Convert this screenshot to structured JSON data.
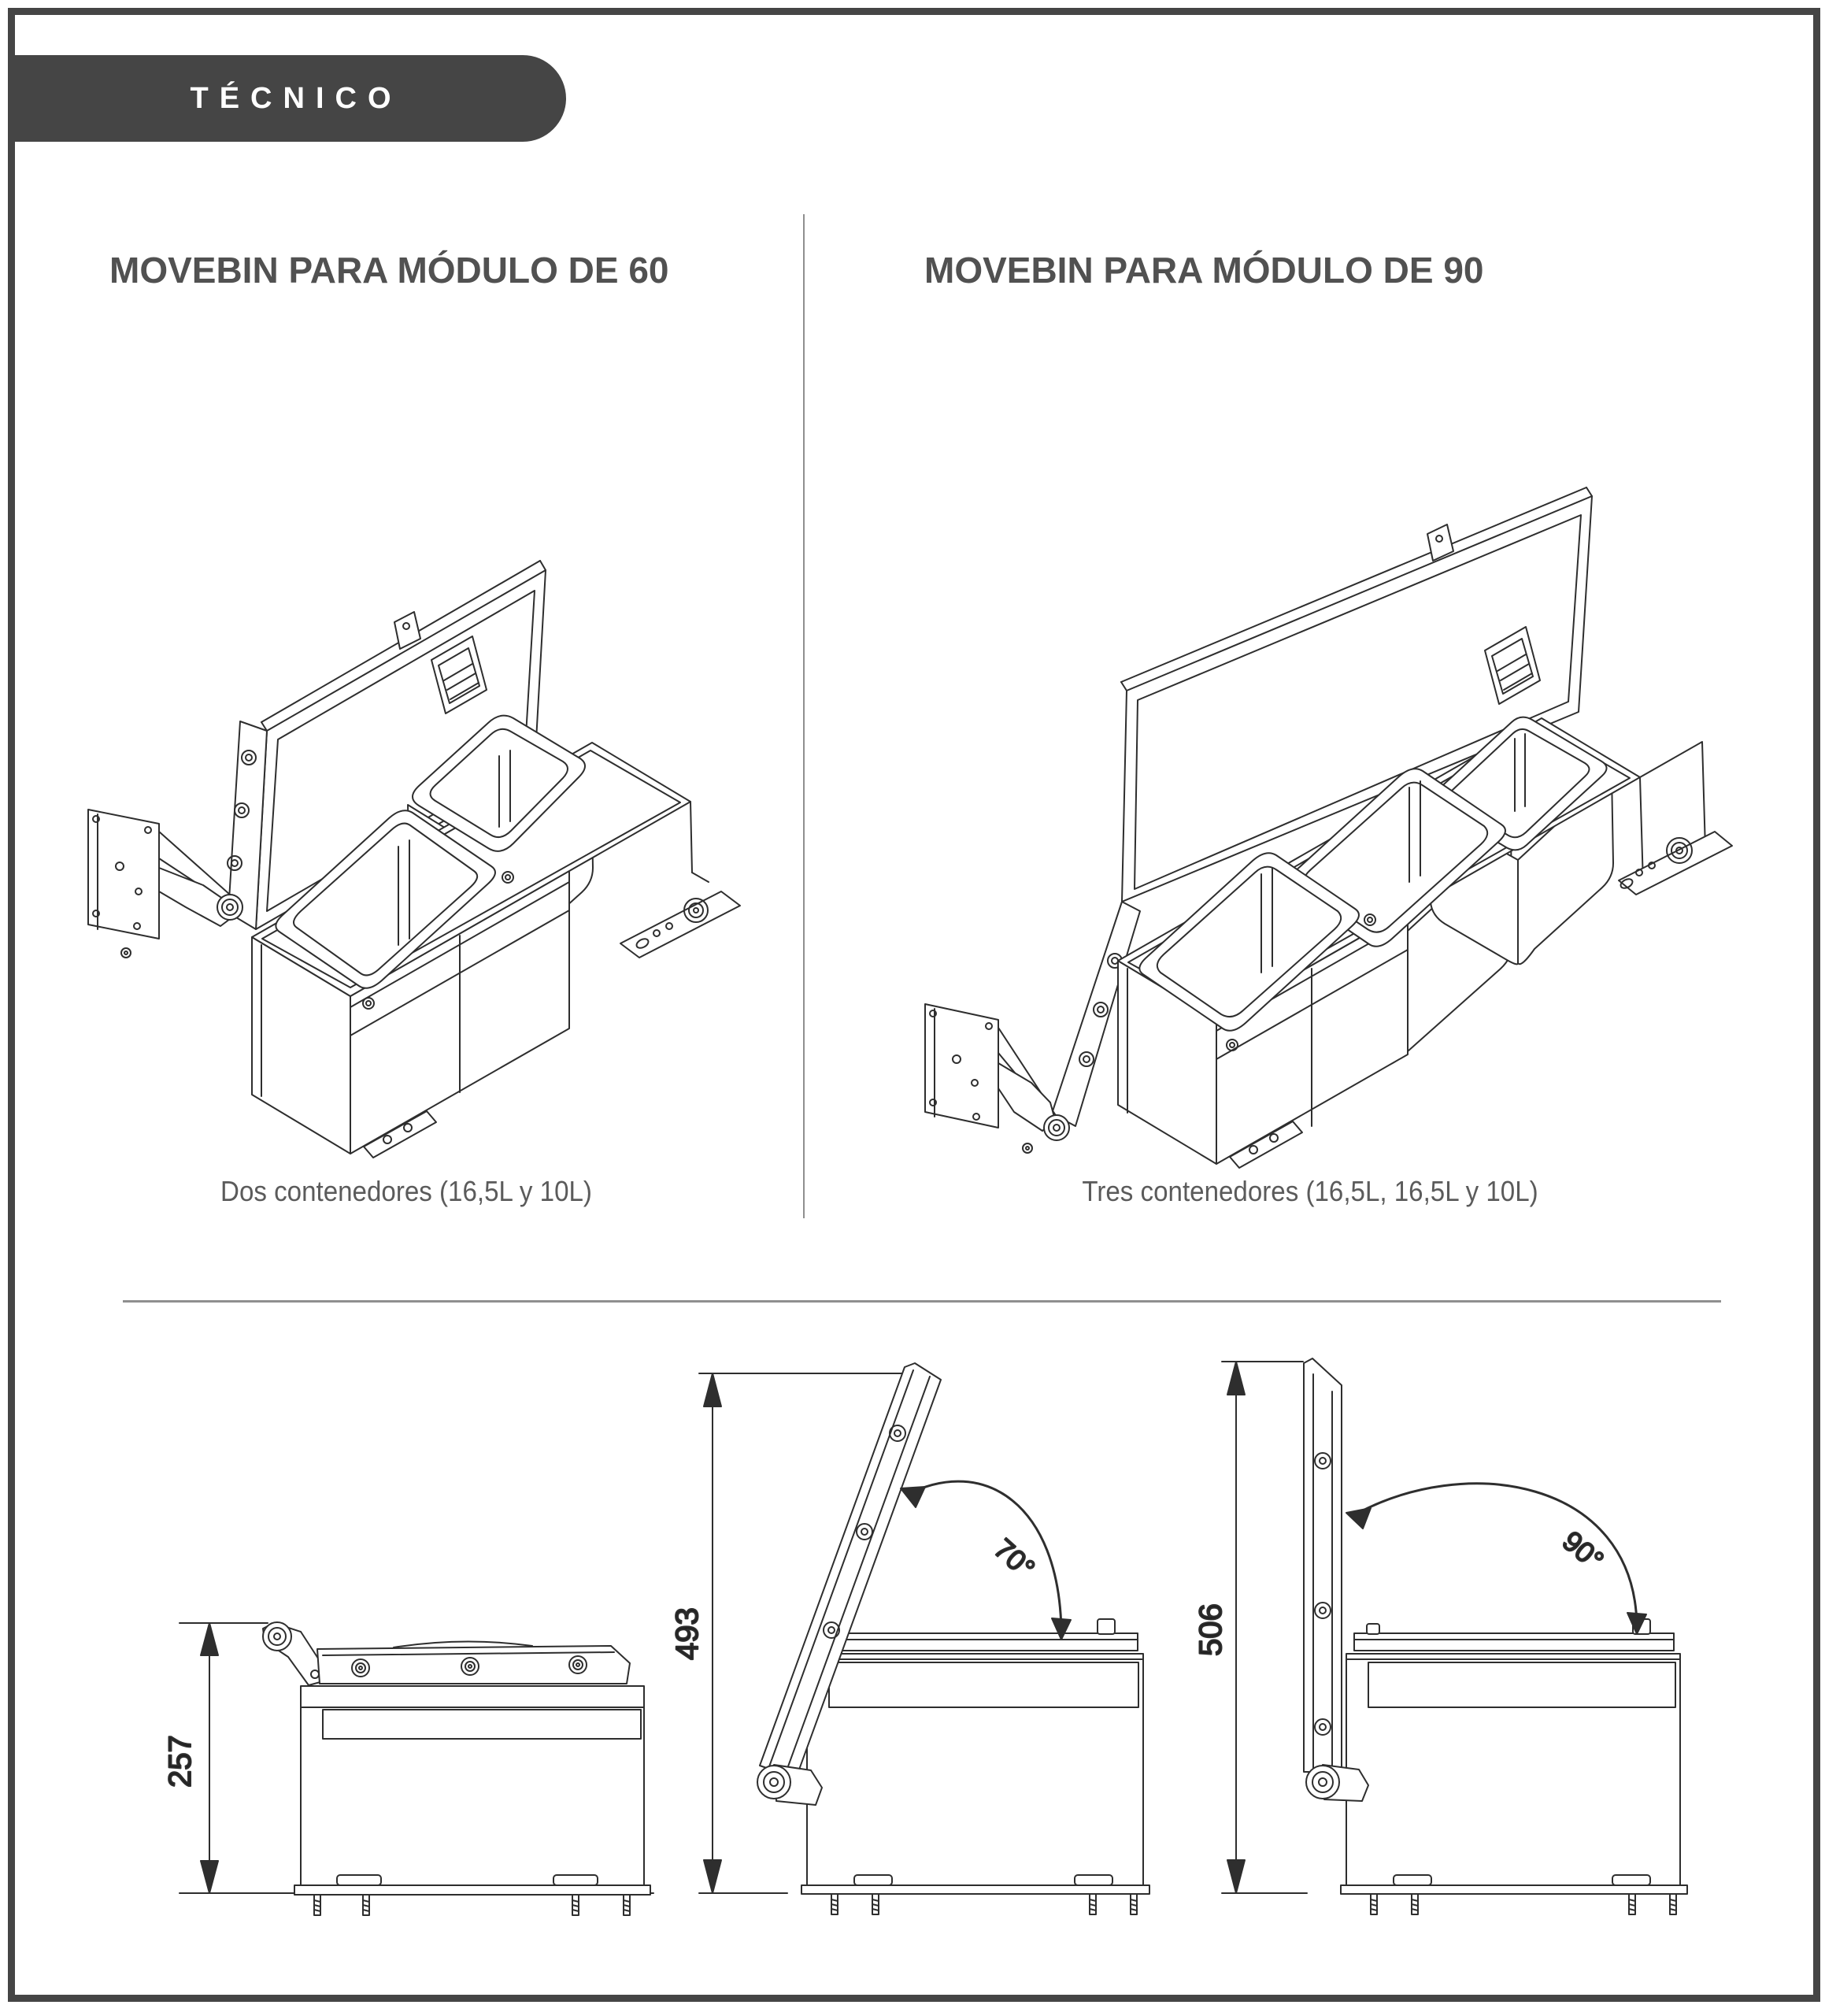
{
  "page": {
    "tag": "TÉCNICO"
  },
  "colors": {
    "accent": "#454545",
    "divider": "#8f8f8f",
    "line": "#2e2e2e"
  },
  "sections": {
    "module60": {
      "title": "MOVEBIN PARA MÓDULO DE 60",
      "caption": "Dos contenedores (16,5L y 10L)"
    },
    "module90": {
      "title": "MOVEBIN PARA MÓDULO DE 90",
      "caption": "Tres contenedores (16,5L, 16,5L y 10L)"
    }
  },
  "side_views": {
    "closed": {
      "height_label": "257"
    },
    "open70": {
      "height_label": "493",
      "angle_label": "70°"
    },
    "open90": {
      "height_label": "506",
      "angle_label": "90°"
    }
  }
}
